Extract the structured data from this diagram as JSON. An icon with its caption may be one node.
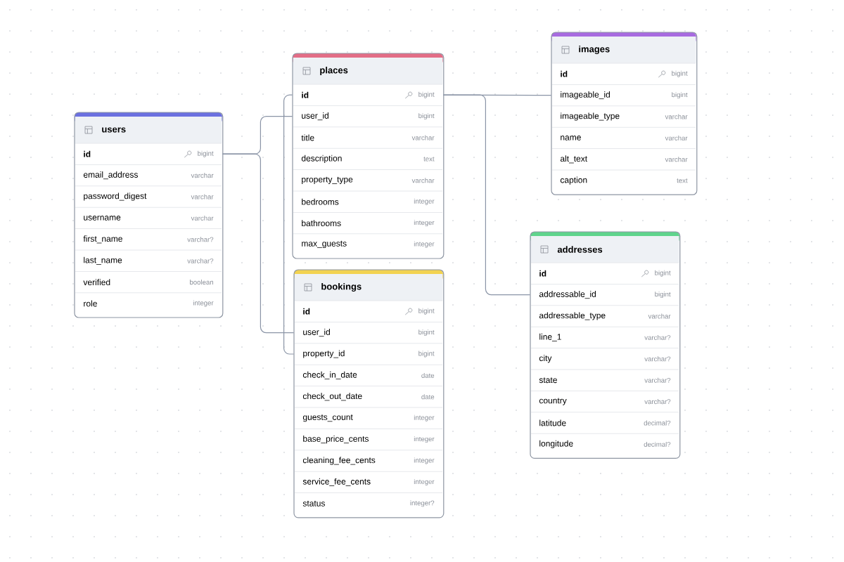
{
  "diagram": {
    "nodes": [
      {
        "text": [
          "users"
        ]
      },
      {
        "text": [
          "id",
          "bigint"
        ],
        "in": 0
      },
      {
        "text": [
          "email_address",
          "varchar"
        ],
        "in": 0
      },
      {
        "text": [
          "password_digest",
          "varchar"
        ],
        "in": 0
      },
      {
        "text": [
          "username",
          "varchar"
        ],
        "in": 0
      },
      {
        "text": [
          "first_name",
          "varchar?"
        ],
        "in": 0
      },
      {
        "text": [
          "last_name",
          "varchar?"
        ],
        "in": 0
      },
      {
        "text": [
          "verified",
          "boolean"
        ],
        "in": 0
      },
      {
        "text": [
          "role",
          "integer"
        ],
        "in": 0
      },
      {
        "text": [
          "places"
        ]
      },
      {
        "text": [
          "id",
          "bigint"
        ],
        "in": 9
      },
      {
        "text": [
          "user_id",
          "bigint"
        ],
        "in": 9
      },
      {
        "text": [
          "title",
          "varchar"
        ],
        "in": 9
      },
      {
        "text": [
          "description",
          "text"
        ],
        "in": 9
      },
      {
        "text": [
          "property_type",
          "varchar"
        ],
        "in": 9
      },
      {
        "text": [
          "bedrooms",
          "integer"
        ],
        "in": 9
      },
      {
        "text": [
          "bathrooms",
          "integer"
        ],
        "in": 9
      },
      {
        "text": [
          "max_guests",
          "integer"
        ],
        "in": 9
      },
      {
        "text": [
          "bookings"
        ]
      },
      {
        "text": [
          "id",
          "bigint"
        ],
        "in": 18
      },
      {
        "text": [
          "user_id",
          "bigint"
        ],
        "in": 18
      },
      {
        "text": [
          "property_id",
          "bigint"
        ],
        "in": 18
      },
      {
        "text": [
          "check_in_date",
          "date"
        ],
        "in": 18
      },
      {
        "text": [
          "check_out_date",
          "date"
        ],
        "in": 18
      },
      {
        "text": [
          "guests_count",
          "integer"
        ],
        "in": 18
      },
      {
        "text": [
          "base_price_cents",
          "integer"
        ],
        "in": 18
      },
      {
        "text": [
          "cleaning_fee_cents",
          "integer"
        ],
        "in": 18
      },
      {
        "text": [
          "service_fee_cents",
          "integer"
        ],
        "in": 18
      },
      {
        "text": [
          "status",
          "integer?"
        ],
        "in": 18
      },
      {
        "text": [
          "images"
        ]
      },
      {
        "text": [
          "id",
          "bigint"
        ],
        "in": 29
      },
      {
        "text": [
          "imageable_id",
          "bigint"
        ],
        "in": 29
      },
      {
        "text": [
          "imageable_type",
          "varchar"
        ],
        "in": 29
      },
      {
        "text": [
          "name",
          "varchar"
        ],
        "in": 29
      },
      {
        "text": [
          "alt_text",
          "varchar"
        ],
        "in": 29
      },
      {
        "text": [
          "caption",
          "text"
        ],
        "in": 29
      },
      {
        "text": [
          "addresses"
        ]
      },
      {
        "text": [
          "id",
          "bigint"
        ],
        "in": 36
      },
      {
        "text": [
          "addressable_id",
          "bigint"
        ],
        "in": 36
      },
      {
        "text": [
          "addressable_type",
          "varchar"
        ],
        "in": 36
      },
      {
        "text": [
          "line_1",
          "varchar?"
        ],
        "in": 36
      },
      {
        "text": [
          "city",
          "varchar?"
        ],
        "in": 36
      },
      {
        "text": [
          "state",
          "varchar?"
        ],
        "in": 36
      },
      {
        "text": [
          "country",
          "varchar?"
        ],
        "in": 36
      },
      {
        "text": [
          "latitude",
          "decimal?"
        ],
        "in": 36
      },
      {
        "text": [
          "longitude",
          "decimal?"
        ],
        "in": 36
      }
    ],
    "edges": [
      {
        "from": 1,
        "to": 11,
        "arrow": "none"
      },
      {
        "from": 1,
        "to": 20,
        "arrow": "none"
      },
      {
        "from": 10,
        "to": 21,
        "arrow": "none"
      },
      {
        "from": 10,
        "to": 31,
        "arrow": "none"
      },
      {
        "from": 10,
        "to": 38,
        "arrow": "none"
      }
    ]
  }
}
